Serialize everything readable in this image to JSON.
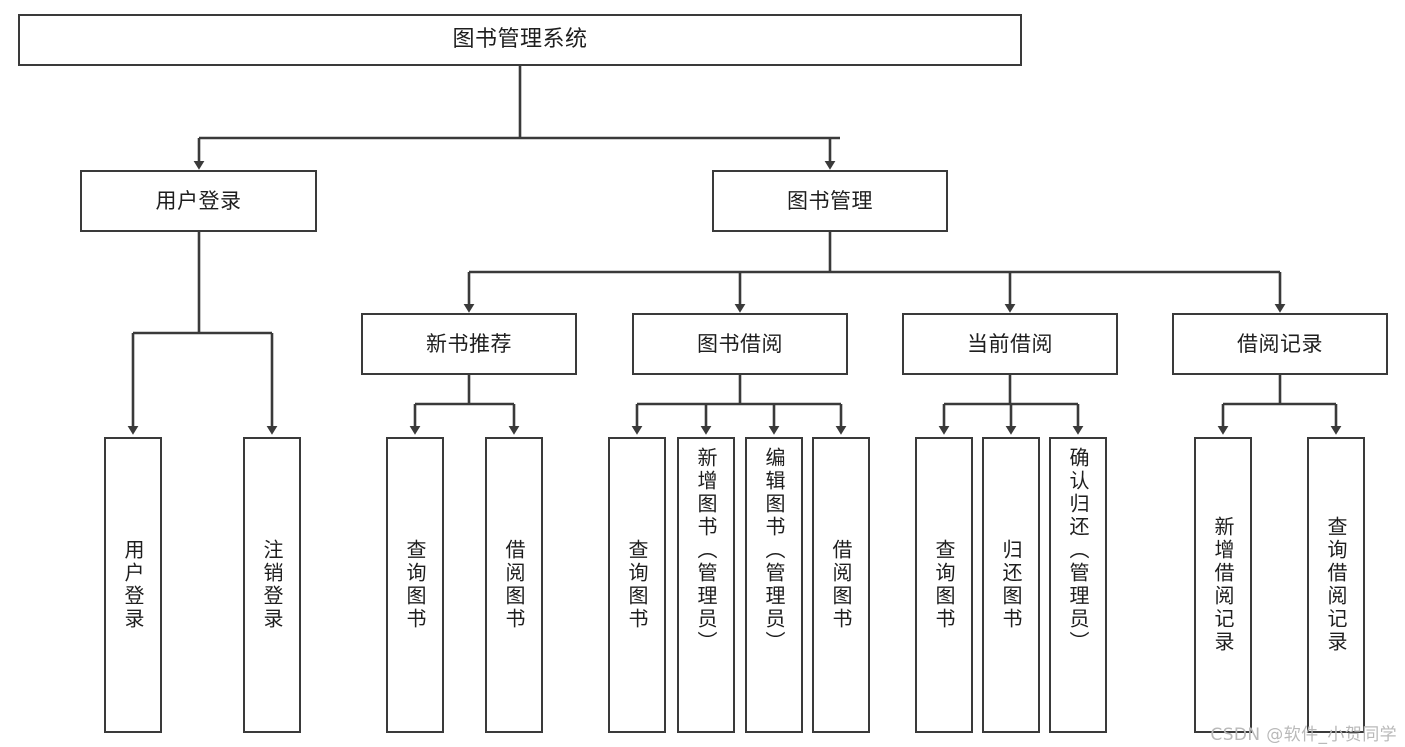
{
  "diagram": {
    "title": "图书管理系统",
    "watermark": "CSDN @软件_小贺同学",
    "levels": {
      "root": "图书管理系统",
      "level2": [
        "用户登录",
        "图书管理"
      ],
      "level3": [
        "新书推荐",
        "图书借阅",
        "当前借阅",
        "借阅记录"
      ]
    },
    "nodes": {
      "root": {
        "label": "图书管理系统"
      },
      "user_login": {
        "label": "用户登录"
      },
      "book_manage": {
        "label": "图书管理"
      },
      "new_book_rec": {
        "label": "新书推荐"
      },
      "book_borrow": {
        "label": "图书借阅"
      },
      "current_borrow": {
        "label": "当前借阅"
      },
      "borrow_record": {
        "label": "借阅记录"
      },
      "leaf_user_login": {
        "label": "用户登录"
      },
      "leaf_logout": {
        "label": "注销登录"
      },
      "leaf_query_book_1": {
        "label": "查询图书"
      },
      "leaf_borrow_book_1": {
        "label": "借阅图书"
      },
      "leaf_query_book_2": {
        "label": "查询图书"
      },
      "leaf_add_book": {
        "label": "新增图书（管理员）"
      },
      "leaf_edit_book": {
        "label": "编辑图书（管理员）"
      },
      "leaf_borrow_book_2": {
        "label": "借阅图书"
      },
      "leaf_query_book_3": {
        "label": "查询图书"
      },
      "leaf_return_book": {
        "label": "归还图书"
      },
      "leaf_confirm_return": {
        "label": "确认归还（管理员）"
      },
      "leaf_add_record": {
        "label": "新增借阅记录"
      },
      "leaf_query_record": {
        "label": "查询借阅记录"
      }
    },
    "colors": {
      "border": "#3a3a3a",
      "text": "#1e1e1e",
      "background": "#ffffff",
      "watermark": "#b9b9b9"
    }
  }
}
